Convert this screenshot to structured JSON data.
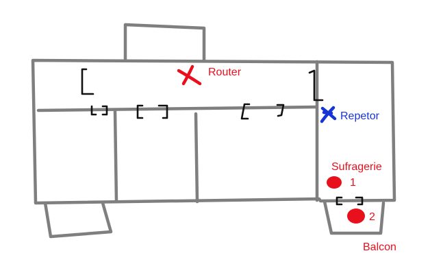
{
  "labels": {
    "router": "Router",
    "repeater": "Repetor",
    "living_room": "Sufragerie",
    "balcony": "Balcon",
    "point_1": "1",
    "point_2": "2"
  },
  "colors": {
    "walls": "#7f7f7f",
    "doors": "#111111",
    "router": "#e8101c",
    "repeater": "#1734d6",
    "points": "#e8101c",
    "background": "#ffffff"
  },
  "icons": {
    "router": "cross-mark-icon",
    "repeater": "cross-mark-icon",
    "points": "filled-dot-icon"
  }
}
